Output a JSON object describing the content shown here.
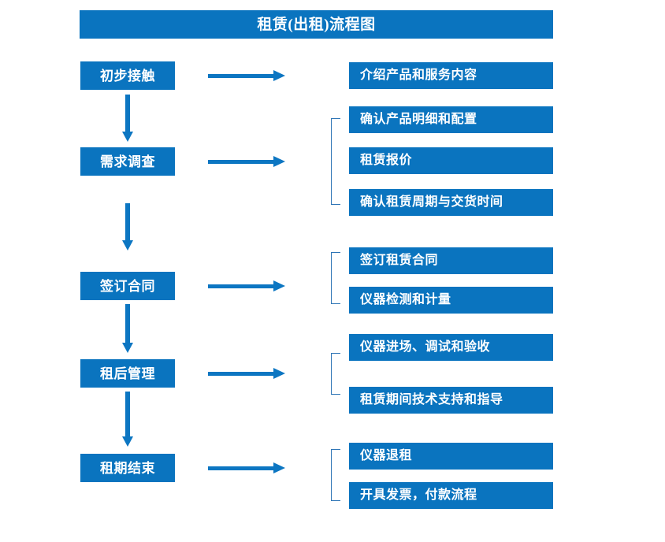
{
  "diagram": {
    "title": "租赁(出租)流程图",
    "accent_color": "#0a74bf",
    "bracket_color": "#2e75b6",
    "text_color": "#ffffff",
    "background_color": "#ffffff",
    "arrow_icon": "right-arrow-icon",
    "down_arrow_icon": "down-arrow-icon",
    "bracket_icon": "group-bracket-icon",
    "stages": [
      {
        "label": "初步接触",
        "details": [
          "介绍产品和服务内容"
        ]
      },
      {
        "label": "需求调查",
        "details": [
          "确认产品明细和配置",
          "租赁报价",
          "确认租赁周期与交货时间"
        ]
      },
      {
        "label": "签订合同",
        "details": [
          "签订租赁合同",
          "仪器检测和计量"
        ]
      },
      {
        "label": "租后管理",
        "details": [
          "仪器进场、调试和验收",
          "租赁期间技术支持和指导"
        ]
      },
      {
        "label": "租期结束",
        "details": [
          "仪器退租",
          "开具发票，付款流程"
        ]
      }
    ]
  }
}
